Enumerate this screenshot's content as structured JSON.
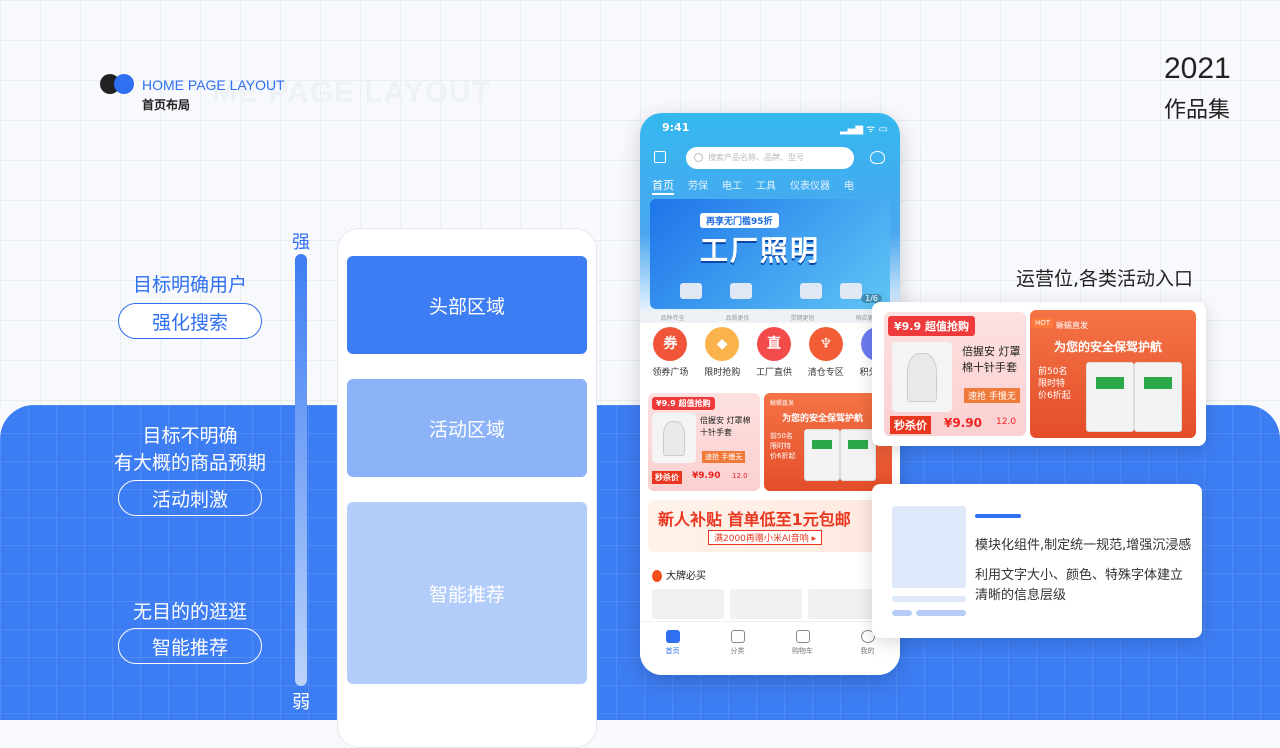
{
  "header": {
    "logo_en": "HOME PAGE LAYOUT",
    "logo_ghost": "ME PAGE LAYOUT",
    "logo_cn": "首页布局",
    "year": "2021",
    "collection": "作品集"
  },
  "colors": {
    "accent": "#2f6ff0",
    "band": "#3d7df3",
    "block_strong": "#3d7df3",
    "block_mid": "#8cb3f8",
    "block_light": "#b3cdfa"
  },
  "left_panel": {
    "g1_text": "目标明确用户",
    "g1_pill": "强化搜索",
    "g2_text_line1": "目标不明确",
    "g2_text_line2": "有大概的商品预期",
    "g2_pill": "活动刺激",
    "g3_text": "无目的的逛逛",
    "g3_pill": "智能推荐",
    "scale_strong": "强",
    "scale_weak": "弱"
  },
  "wireframe": {
    "blocks": [
      "头部区域",
      "活动区域",
      "智能推荐"
    ]
  },
  "phone": {
    "time": "9:41",
    "status": "▂▄▆ ᯤ ▭",
    "search_placeholder": "搜索产品名称、品牌、型号",
    "tabs": [
      "首页",
      "劳保",
      "电工",
      "工具",
      "仪表仪器",
      "电"
    ],
    "banner_tag": "再享无门槛95折",
    "banner_title": "工厂照明",
    "banner_page": "1/6",
    "guarantees": [
      "品种齐全",
      "品质更优",
      "货期更短",
      "响应更快"
    ],
    "icons": [
      {
        "label": "领券广场",
        "glyph": "券"
      },
      {
        "label": "限时抢购",
        "glyph": "◆"
      },
      {
        "label": "工厂直供",
        "glyph": "直"
      },
      {
        "label": "清仓专区",
        "glyph": "♆"
      },
      {
        "label": "积分商城",
        "glyph": "★"
      }
    ],
    "flash_tag": "¥9.9 超值抢购",
    "flash_product": "倍握安 灯罩棉十针手套",
    "flash_slogan": "速抢 手慢无",
    "flash_sale_label": "秒杀价",
    "flash_price": "¥9.90",
    "flash_old": "12.0",
    "direct_tag": "蜥蜴直发",
    "direct_title": "为您的安全保驾护航",
    "direct_sub": "前50名限时特价6折起",
    "subsidy_title": "新人补贴 首单低至1元包邮",
    "subsidy_sub": "满2000再赠小米AI音响 ▸",
    "brand_title": "大牌必买",
    "nav": [
      "首页",
      "分类",
      "购物车",
      "我的"
    ]
  },
  "ops": {
    "label": "运营位,各类活动入口",
    "flash_tag": "¥9.9 超值抢购",
    "flash_product": "倍握安 灯罩棉十针手套",
    "flash_slogan": "速抢 手慢无",
    "flash_sale_label": "秒杀价",
    "flash_price": "¥9.90",
    "flash_old": "12.0",
    "hot": "HOT",
    "direct_tag": "蜥蜴直发",
    "direct_title": "为您的安全保驾护航",
    "direct_sub": "前50名限时特价6折起"
  },
  "module": {
    "line1": "模块化组件,制定统一规范,增强沉浸感",
    "line2": "利用文字大小、颜色、特殊字体建立清晰的信息层级"
  }
}
